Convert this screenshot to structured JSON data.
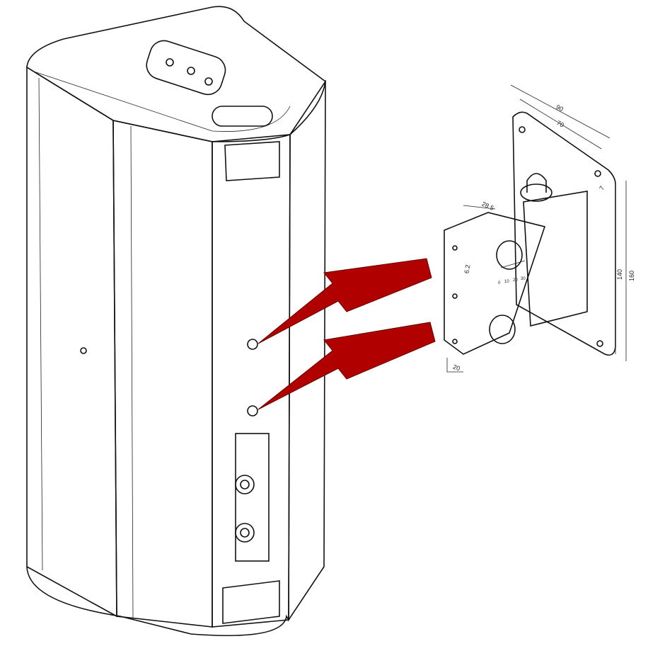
{
  "bracket": {
    "dimensions": {
      "width_outer": "90",
      "width_inner": "70",
      "hole_offset": "7",
      "arm_depth": "28.5",
      "arm_hole": "6.2",
      "height_inner": "140",
      "height_outer": "160",
      "arm_width": "20"
    },
    "angle_scale": [
      "0",
      "10",
      "20",
      "30"
    ]
  },
  "colors": {
    "arrow": "#b00000",
    "body_light": "#ffffff",
    "body_side": "#d9d9d9",
    "body_dark": "#9a9a9a",
    "outline": "#111111"
  }
}
